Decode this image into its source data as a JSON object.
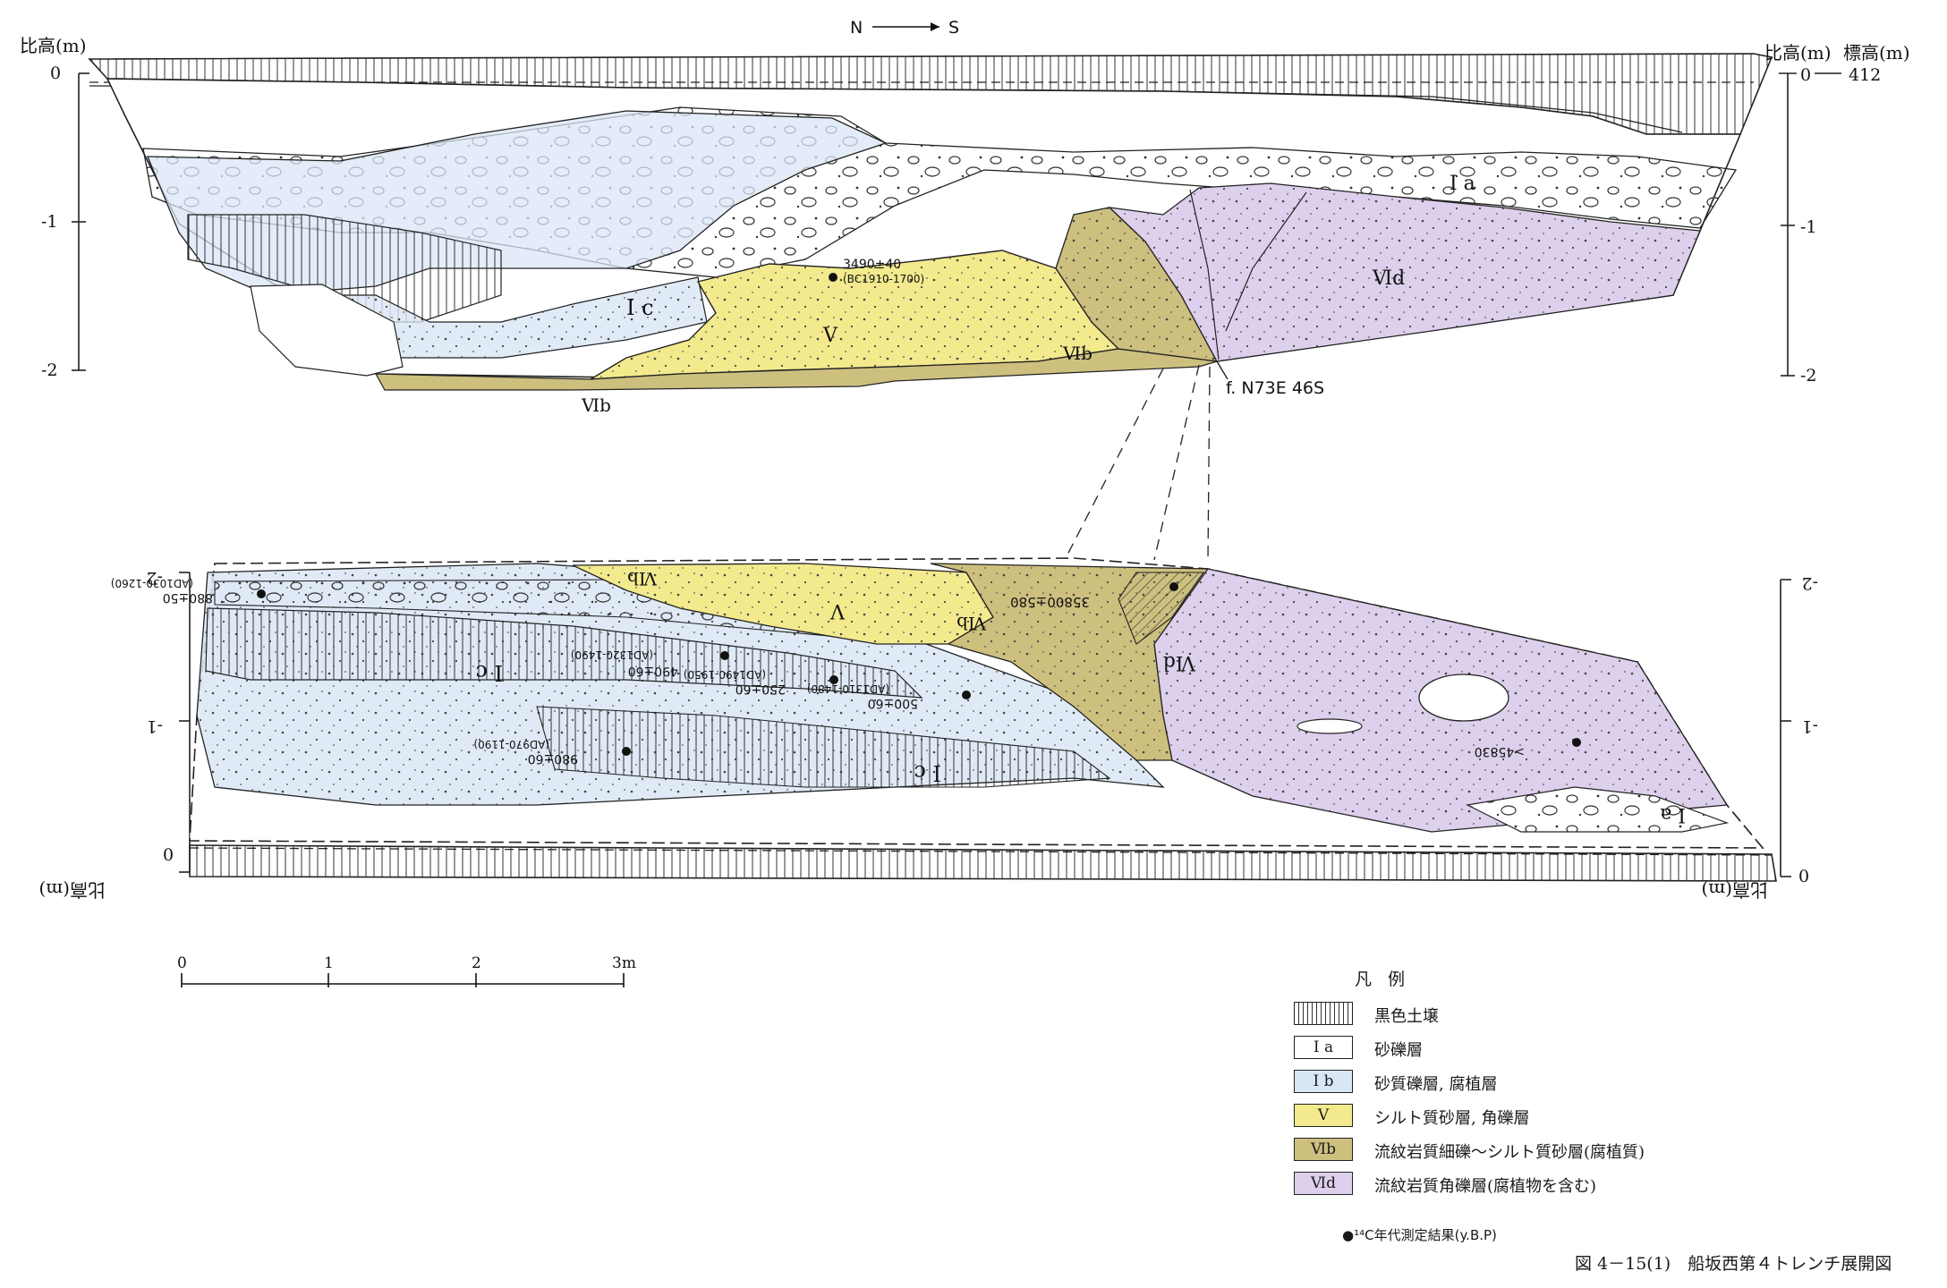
{
  "header": {
    "orientation_n": "N",
    "orientation_s": "S",
    "left_axis_title": "比高(m)",
    "right_axis_title": "比高(m)",
    "right_elev_title": "標高(m)",
    "elev_value": "412"
  },
  "upper_section": {
    "ticks_left": [
      "0",
      "-1",
      "-2"
    ],
    "ticks_right": [
      "0",
      "-1",
      "-2"
    ],
    "layer_labels": {
      "ia": "I a",
      "ic": "I c",
      "v": "V",
      "vib": "Ⅵb",
      "vib_bottom": "Ⅵb",
      "vid": "Ⅵd"
    },
    "date_main": "3490±40",
    "date_sub": "(BC1910-1700)",
    "fault": "f. N73E 46S"
  },
  "lower_section": {
    "ticks_left": [
      "-2",
      "-1",
      "0"
    ],
    "ticks_right": [
      "-2",
      "-1",
      "0"
    ],
    "axis_left": "比高(m)",
    "axis_right": "比高(m)",
    "layer_labels": {
      "ic_top": "I c",
      "ic_bot": "I c",
      "v": "V",
      "vib_top": "Ⅵb",
      "vib_mid": "Ⅵb",
      "vid": "Ⅵd",
      "ia": "I a"
    },
    "dates": [
      {
        "main": "880±50",
        "sub": "(AD1030-1260)"
      },
      {
        "main": "490±60",
        "sub": "(AD1320-1490)"
      },
      {
        "main": "250±60",
        "sub": "(AD1490-1950)"
      },
      {
        "main": "500±60",
        "sub": "(AD1310-1480)"
      },
      {
        "main": "980±60",
        "sub": "(AD970-1190)"
      },
      {
        "main": "35800±580",
        "sub": ""
      },
      {
        "main": ">45830",
        "sub": ""
      }
    ]
  },
  "scale_bar": {
    "labels": [
      "0",
      "1",
      "2",
      "3m"
    ]
  },
  "legend": {
    "title": "凡 例",
    "items": [
      {
        "code": "",
        "label": "黒色土壌",
        "color": "#ffffff"
      },
      {
        "code": "I a",
        "label": "砂礫層",
        "color": "#ffffff"
      },
      {
        "code": "I b",
        "label": "砂質礫層, 腐植層",
        "color": "#d9e6f5"
      },
      {
        "code": "V",
        "label": "シルト質砂層, 角礫層",
        "color": "#f3ea8e"
      },
      {
        "code": "Ⅵb",
        "label": "流紋岩質細礫～シルト質砂層(腐植質)",
        "color": "#cdbf7e"
      },
      {
        "code": "Ⅵd",
        "label": "流紋岩質角礫層(腐植物を含む)",
        "color": "#ddd0ec"
      }
    ]
  },
  "footnote": "●¹⁴C年代測定結果(y.B.P)",
  "caption": "図 4－15(1)　船坂西第４トレンチ展開図",
  "colors": {
    "ib_blue": "#d9e6f5",
    "v_yellow": "#f3ea8e",
    "vib_olive": "#cdbf7e",
    "vid_lavender": "#ddd0ec",
    "line": "#222222"
  }
}
